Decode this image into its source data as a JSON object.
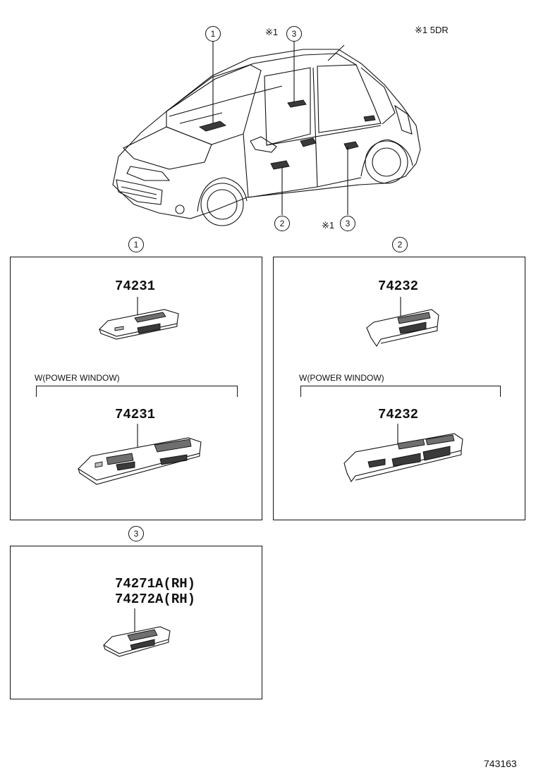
{
  "top_notes": {
    "note_a": "※1",
    "note_b": "※1 5DR",
    "note_c": "※1"
  },
  "callouts": {
    "c1": "1",
    "c2": "2",
    "c3": "3"
  },
  "panel1": {
    "callout": "1",
    "part_top": "74231",
    "variant_label": "W(POWER WINDOW)",
    "part_bottom": "74231"
  },
  "panel2": {
    "callout": "2",
    "part_top": "74232",
    "variant_label": "W(POWER WINDOW)",
    "part_bottom": "74232"
  },
  "panel3": {
    "callout": "3",
    "part_line1": "74271A(RH)",
    "part_line2": "74272A(RH)"
  },
  "figure_number": "743163"
}
